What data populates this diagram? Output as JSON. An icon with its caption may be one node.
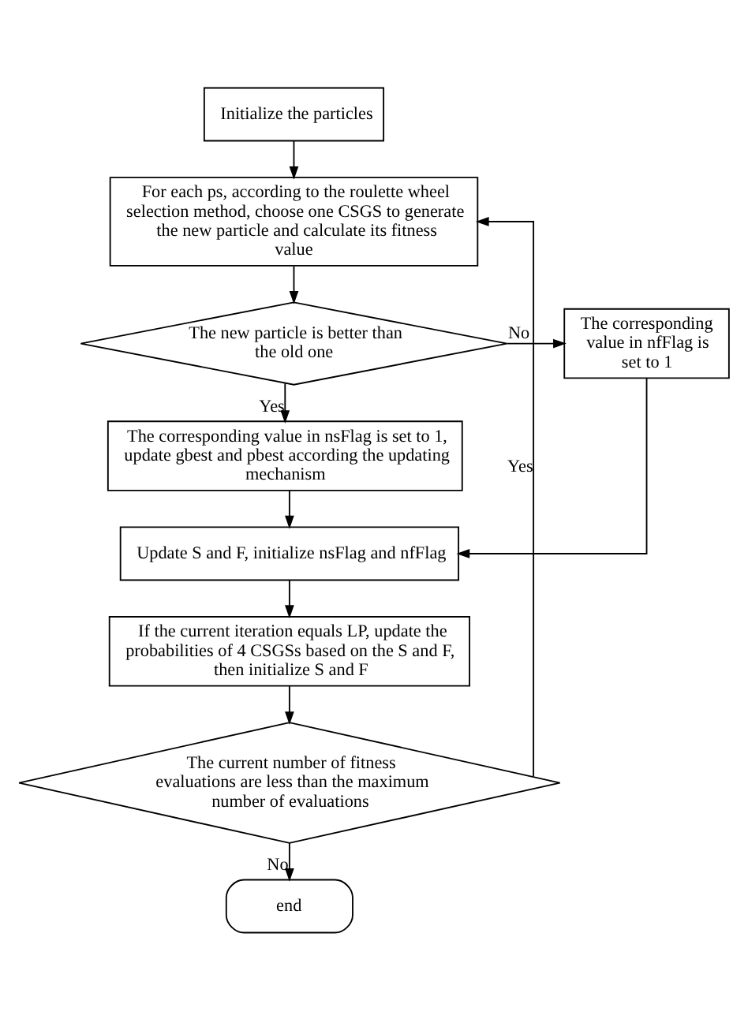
{
  "diagram": {
    "nodes": [
      {
        "text": [
          "Initialize the particles"
        ]
      },
      {
        "text": [
          "For each ps, according to the roulette wheel selection method, choose one CSGS to generate the new particle and calculate its fitness value"
        ]
      },
      {
        "text": [
          "The new particle is better than the old one"
        ]
      },
      {
        "text": [
          "The corresponding value in nfFlag is set to 1"
        ]
      },
      {
        "text": [
          "The corresponding value in nsFlag is set to 1, update gbest and pbest according the updating mechanism"
        ]
      },
      {
        "text": [
          "Update S and F, initialize nsFlag and nfFlag"
        ]
      },
      {
        "text": [
          "If the current iteration equals LP, update the probabilities of 4 CSGSs based on the S and F, then initialize S and F"
        ]
      },
      {
        "text": [
          "The current number of fitness evaluations are less than the maximum number of evaluations"
        ]
      },
      {
        "text": [
          "end"
        ]
      }
    ],
    "edges": [
      {
        "from": 0,
        "to": 1,
        "arrow": "to"
      },
      {
        "from": 1,
        "to": 2,
        "arrow": "to"
      },
      {
        "from": 2,
        "to": 3,
        "arrow": "to",
        "label": "No"
      },
      {
        "from": 2,
        "to": 4,
        "arrow": "to",
        "label": "Yes"
      },
      {
        "from": 4,
        "to": 5,
        "arrow": "to"
      },
      {
        "from": 3,
        "to": 5,
        "arrow": "to"
      },
      {
        "from": 5,
        "to": 6,
        "arrow": "to"
      },
      {
        "from": 6,
        "to": 7,
        "arrow": "to"
      },
      {
        "from": 7,
        "to": 8,
        "arrow": "to",
        "label": "No"
      },
      {
        "from": 7,
        "to": 1,
        "arrow": "to",
        "label": "Yes"
      }
    ]
  }
}
